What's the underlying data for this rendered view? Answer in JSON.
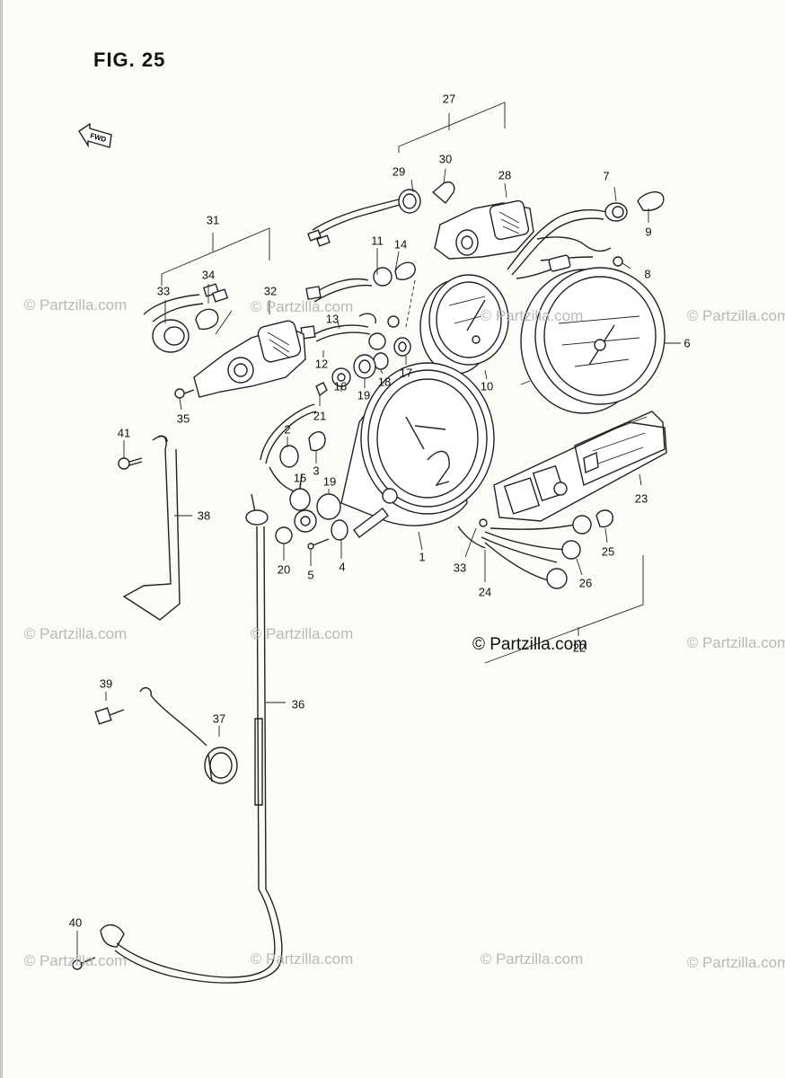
{
  "figure": {
    "title": "FIG. 25",
    "fwd_label": "FWD"
  },
  "callouts": [
    {
      "id": "c1",
      "label": "1"
    },
    {
      "id": "c2",
      "label": "2"
    },
    {
      "id": "c3",
      "label": "3"
    },
    {
      "id": "c4",
      "label": "4"
    },
    {
      "id": "c5",
      "label": "5"
    },
    {
      "id": "c6",
      "label": "6"
    },
    {
      "id": "c7",
      "label": "7"
    },
    {
      "id": "c8",
      "label": "8"
    },
    {
      "id": "c9",
      "label": "9"
    },
    {
      "id": "c10",
      "label": "10"
    },
    {
      "id": "c11",
      "label": "11"
    },
    {
      "id": "c12",
      "label": "12"
    },
    {
      "id": "c13",
      "label": "13"
    },
    {
      "id": "c14",
      "label": "14"
    },
    {
      "id": "c15",
      "label": "15"
    },
    {
      "id": "c16",
      "label": "16"
    },
    {
      "id": "c17",
      "label": "17"
    },
    {
      "id": "c18",
      "label": "18"
    },
    {
      "id": "c19a",
      "label": "19"
    },
    {
      "id": "c19b",
      "label": "19"
    },
    {
      "id": "c20",
      "label": "20"
    },
    {
      "id": "c21",
      "label": "21"
    },
    {
      "id": "c22",
      "label": "22"
    },
    {
      "id": "c23",
      "label": "23"
    },
    {
      "id": "c24",
      "label": "24"
    },
    {
      "id": "c25",
      "label": "25"
    },
    {
      "id": "c26",
      "label": "26"
    },
    {
      "id": "c27",
      "label": "27"
    },
    {
      "id": "c28",
      "label": "28"
    },
    {
      "id": "c29",
      "label": "29"
    },
    {
      "id": "c30",
      "label": "30"
    },
    {
      "id": "c31",
      "label": "31"
    },
    {
      "id": "c32",
      "label": "32"
    },
    {
      "id": "c33a",
      "label": "33"
    },
    {
      "id": "c33b",
      "label": "33"
    },
    {
      "id": "c34",
      "label": "34"
    },
    {
      "id": "c35",
      "label": "35"
    },
    {
      "id": "c36",
      "label": "36"
    },
    {
      "id": "c37",
      "label": "37"
    },
    {
      "id": "c38",
      "label": "38"
    },
    {
      "id": "c39",
      "label": "39"
    },
    {
      "id": "c40",
      "label": "40"
    },
    {
      "id": "c41",
      "label": "41"
    }
  ],
  "watermarks": [
    {
      "id": "w1",
      "text": "© Partzilla.com"
    },
    {
      "id": "w2",
      "text": "© Partzilla.com"
    },
    {
      "id": "w3",
      "text": "© Partzilla.com"
    },
    {
      "id": "w4",
      "text": "© Partzilla.com"
    },
    {
      "id": "w5",
      "text": "© Partzilla.com"
    },
    {
      "id": "w6",
      "text": "© Partzilla.com"
    },
    {
      "id": "w7",
      "text": "© Partzilla.com"
    },
    {
      "id": "w8",
      "text": "© Partzilla.com"
    },
    {
      "id": "w9",
      "text": "© Partzilla.com"
    },
    {
      "id": "w10",
      "text": "© Partzilla.com"
    },
    {
      "id": "w11",
      "text": "© Partzilla.com"
    }
  ],
  "main_watermark": "© Partzilla.com",
  "colors": {
    "ink": "#222222",
    "paper": "#fbfbf8",
    "watermark": "#b9b9b9"
  }
}
